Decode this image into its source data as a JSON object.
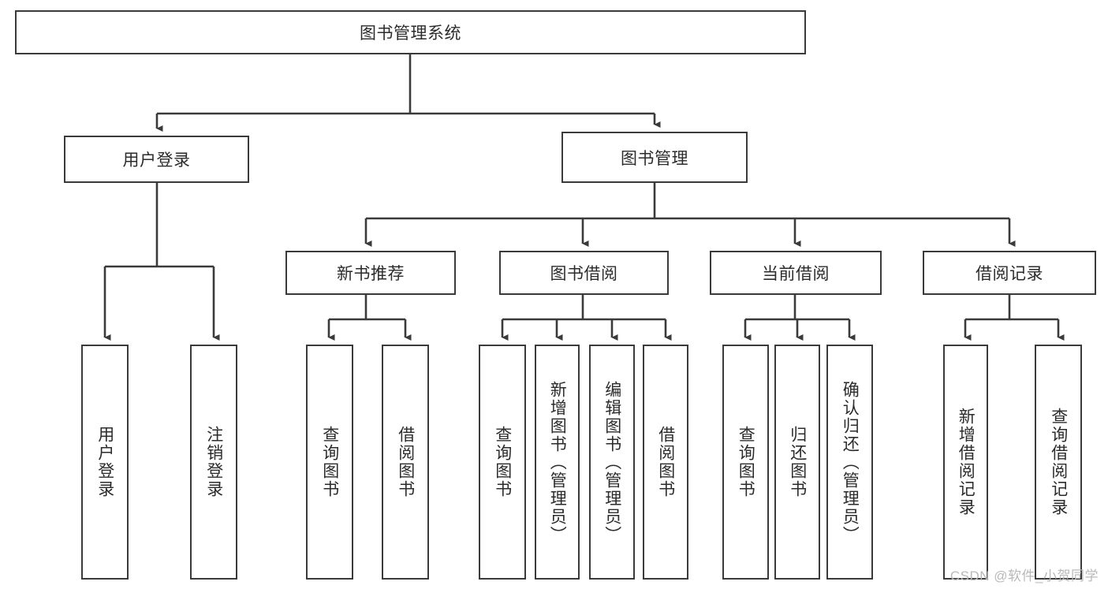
{
  "diagram": {
    "type": "tree-hierarchy-diagram",
    "title": "图书管理系统",
    "watermark": "CSDN @软件_小贺同学",
    "colors": {
      "stroke": "#3a3a3a",
      "fill": "#ffffff",
      "text": "#2b2b2b",
      "watermark": "#b9b9b9"
    },
    "root": {
      "label": "图书管理系统"
    },
    "level2": [
      {
        "label": "用户登录"
      },
      {
        "label": "图书管理"
      }
    ],
    "level3": [
      {
        "label": "新书推荐"
      },
      {
        "label": "图书借阅"
      },
      {
        "label": "当前借阅"
      },
      {
        "label": "借阅记录"
      }
    ],
    "leaves": {
      "user_login": [
        {
          "label": "用户登录"
        },
        {
          "label": "注销登录"
        }
      ],
      "new_book_recommend": [
        {
          "label": "查询图书"
        },
        {
          "label": "借阅图书"
        }
      ],
      "book_borrow": [
        {
          "label": "查询图书"
        },
        {
          "label": "新增图书（管理员）"
        },
        {
          "label": "编辑图书（管理员）"
        },
        {
          "label": "借阅图书"
        }
      ],
      "current_borrow": [
        {
          "label": "查询图书"
        },
        {
          "label": "归还图书"
        },
        {
          "label": "确认归还（管理员）"
        }
      ],
      "borrow_record": [
        {
          "label": "新增借阅记录"
        },
        {
          "label": "查询借阅记录"
        }
      ]
    }
  }
}
